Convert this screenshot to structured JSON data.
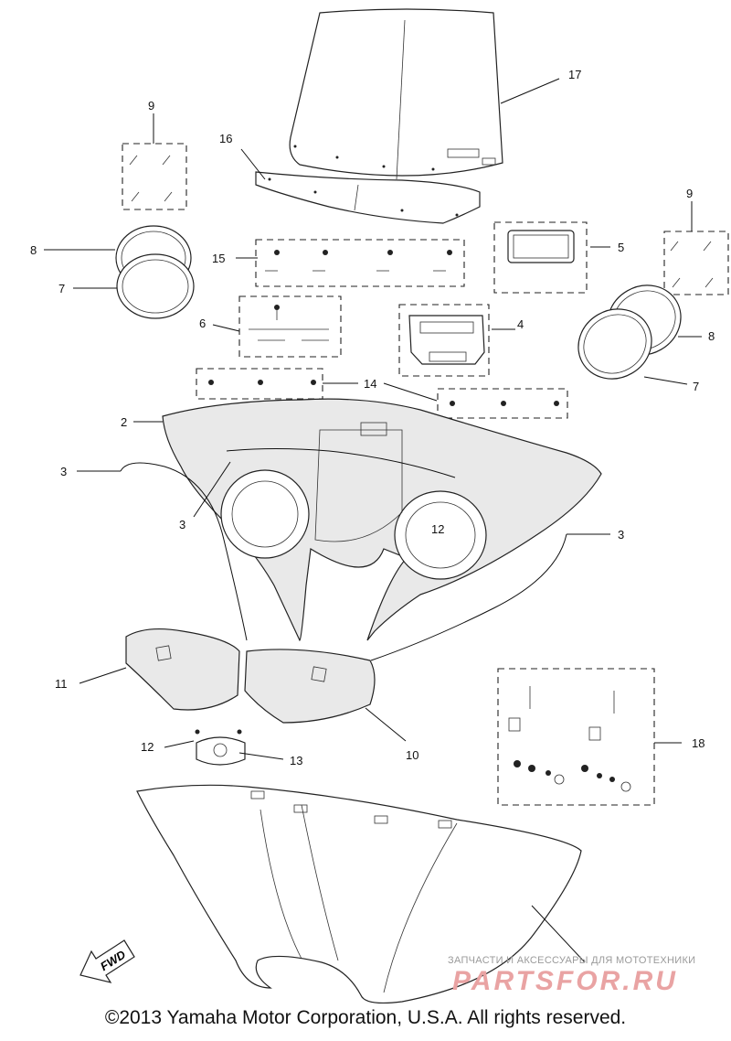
{
  "callouts": {
    "c2": "2",
    "c3a": "3",
    "c3b": "3",
    "c3c": "3",
    "c4": "4",
    "c5": "5",
    "c6": "6",
    "c7a": "7",
    "c7b": "7",
    "c8a": "8",
    "c8b": "8",
    "c9a": "9",
    "c9b": "9",
    "c10": "10",
    "c11": "11",
    "c12a": "12",
    "c12b": "12",
    "c13": "13",
    "c14": "14",
    "c15": "15",
    "c16": "16",
    "c17": "17",
    "c18": "18"
  },
  "direction_label": "FWD",
  "copyright": "©2013 Yamaha Motor Corporation, U.S.A. All rights reserved.",
  "watermark": {
    "tagline": "ЗАПЧАСТИ И АКСЕССУАРЫ ДЛЯ МОТОТЕХНИКИ",
    "logo": "PARTSFOR.RU"
  }
}
